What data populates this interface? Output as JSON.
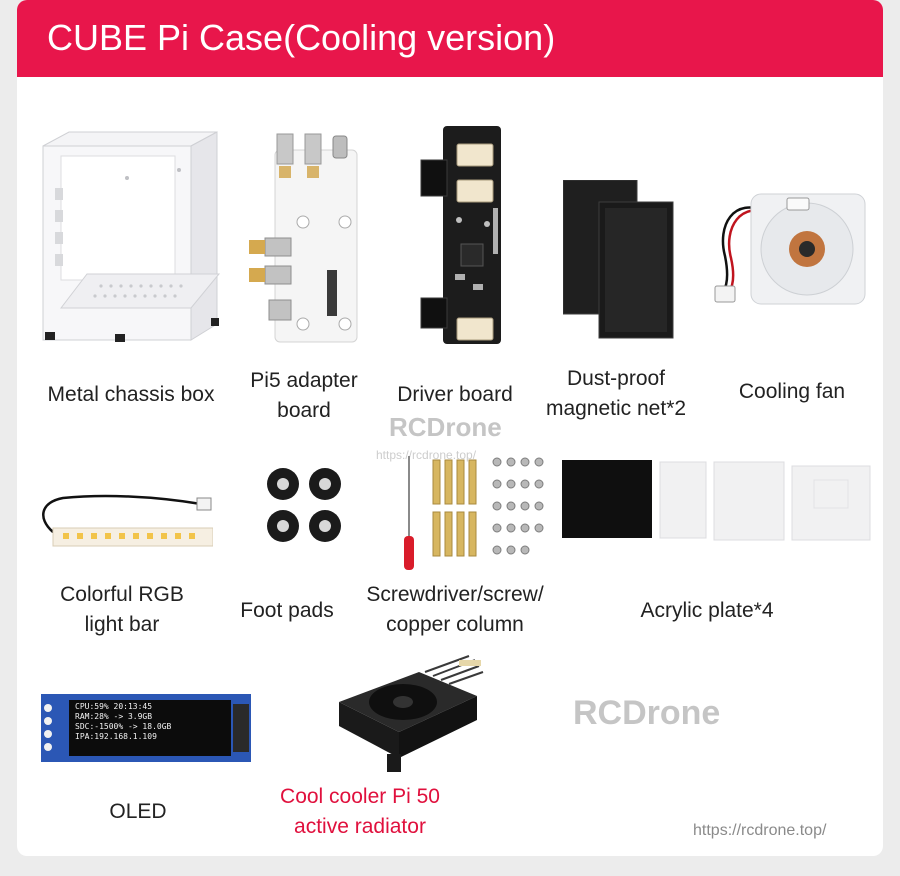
{
  "header": {
    "title": "CUBE Pi Case(Cooling version)"
  },
  "items": {
    "chassis": {
      "label": "Metal chassis box"
    },
    "adapter": {
      "line1": "Pi5 adapter",
      "line2": "board"
    },
    "driver": {
      "label": "Driver board"
    },
    "dustnet": {
      "line1": "Dust-proof",
      "line2": "magnetic net*2"
    },
    "fan": {
      "label": "Cooling fan"
    },
    "rgb": {
      "line1": "Colorful RGB",
      "line2": "light bar"
    },
    "footpads": {
      "label": "Foot pads"
    },
    "screws": {
      "line1": "Screwdriver/screw/",
      "line2": "copper column"
    },
    "acrylic": {
      "label": "Acrylic plate*4"
    },
    "oled": {
      "label": "OLED",
      "screen_lines": [
        "CPU:59% 20:13:45",
        "RAM:28% -> 3.9GB",
        "SDC:-1500% -> 18.0GB",
        "IPA:192.168.1.109"
      ]
    },
    "cooler": {
      "line1": "Cool cooler Pi 50",
      "line2": "active radiator"
    }
  },
  "watermarks": {
    "brand": "RCDrone",
    "url_small": "https://rcdrone.top/",
    "url": "https://rcdrone.top/"
  },
  "colors": {
    "accent": "#e8164b",
    "highlight_label": "#e0103d"
  }
}
